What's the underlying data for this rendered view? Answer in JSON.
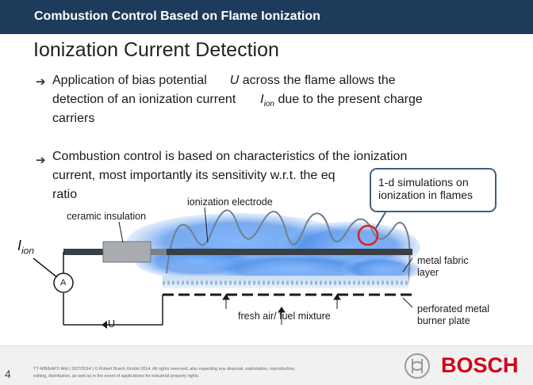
{
  "header": {
    "title": "Combustion Control Based on Flame Ionization"
  },
  "slide": {
    "title": "Ionization Current Detection"
  },
  "bullets": [
    {
      "arrow": "➔",
      "line1_pre": "Application of bias potential",
      "line1_var": "U",
      "line1_post": "across the flame allows the",
      "line2_pre": "detection of an ionization current",
      "line2_var": "I",
      "line2_sub": "ion",
      "line2_post": "due to the present charge",
      "line3": "carriers"
    },
    {
      "arrow": "➔",
      "line1": "Combustion control is based on characteristics of the ionization",
      "line2": "current, most importantly its sensitivity w.r.t. the eq",
      "line3": "ratio"
    }
  ],
  "callout": {
    "text": "1-d simulations on ionization in flames"
  },
  "diagram": {
    "ionization_electrode": "ionization electrode",
    "ceramic_insulation": "ceramic insulation",
    "metal_fabric": "metal fabric layer",
    "fresh_air": "fresh air/ fuel mixture",
    "perforated_plate": "perforated metal burner plate",
    "ammeter": "A",
    "voltage": "U",
    "current_var": "I",
    "current_sub": "ion"
  },
  "footer": {
    "page": "4",
    "line1": "TT-WB/EAP2-Wel | 3/27/2014 | © Robert Bosch GmbH 2014. All rights reserved, also regarding any disposal, exploitation, reproduction,",
    "line2": "editing, distribution, as well as in the event of applications for industrial property rights.",
    "brand": "BOSCH"
  },
  "colors": {
    "header_bg": "#1d3b5a",
    "brand_red": "#d0021b",
    "callout_border": "#3f5f7f",
    "flame_blue": "#4d8fe8",
    "marker_red": "#e02020"
  }
}
